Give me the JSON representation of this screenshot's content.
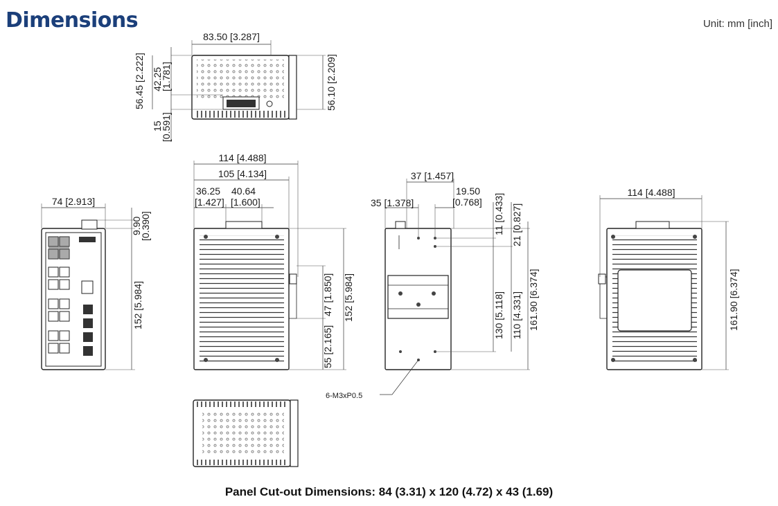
{
  "header": {
    "title": "Dimensions",
    "unit": "Unit: mm [inch]"
  },
  "top_view": {
    "width": "83.50 [3.287]",
    "height_left_1": "56.45 [2.222]",
    "height_left_2a": "42.25",
    "height_left_2b": "[1.781]",
    "height_right": "56.10 [2.209]",
    "bottom_a": "15",
    "bottom_b": "[0.591]"
  },
  "front_view": {
    "width": "74 [2.913]",
    "top_a": "9.90",
    "top_b": "[0.390]",
    "height": "152 [5.984]"
  },
  "side_view": {
    "width_total": "114 [4.488]",
    "width_body": "105 [4.134]",
    "off_a1": "36.25",
    "off_a2": "[1.427]",
    "off_b1": "40.64",
    "off_b2": "[1.600]",
    "height": "152 [5.984]",
    "clip_height": "47 [1.850]",
    "clip_bottom": "55 [2.165]"
  },
  "rear_view": {
    "d37": "37 [1.457]",
    "d1950_a": "19.50",
    "d1950_b": "[0.768]",
    "d35": "35 [1.378]",
    "d11": "11 [0.433]",
    "d21": "21 [0.827]",
    "d130": "130 [5.118]",
    "d110": "110 [4.331]",
    "d16190": "161.90 [6.374]",
    "screw": "6-M3xP0.5"
  },
  "side2_view": {
    "width": "114 [4.488]",
    "height": "161.90 [6.374]"
  },
  "footer": {
    "cutout": "Panel Cut-out Dimensions: 84 (3.31) x 120 (4.72) x 43 (1.69)"
  }
}
